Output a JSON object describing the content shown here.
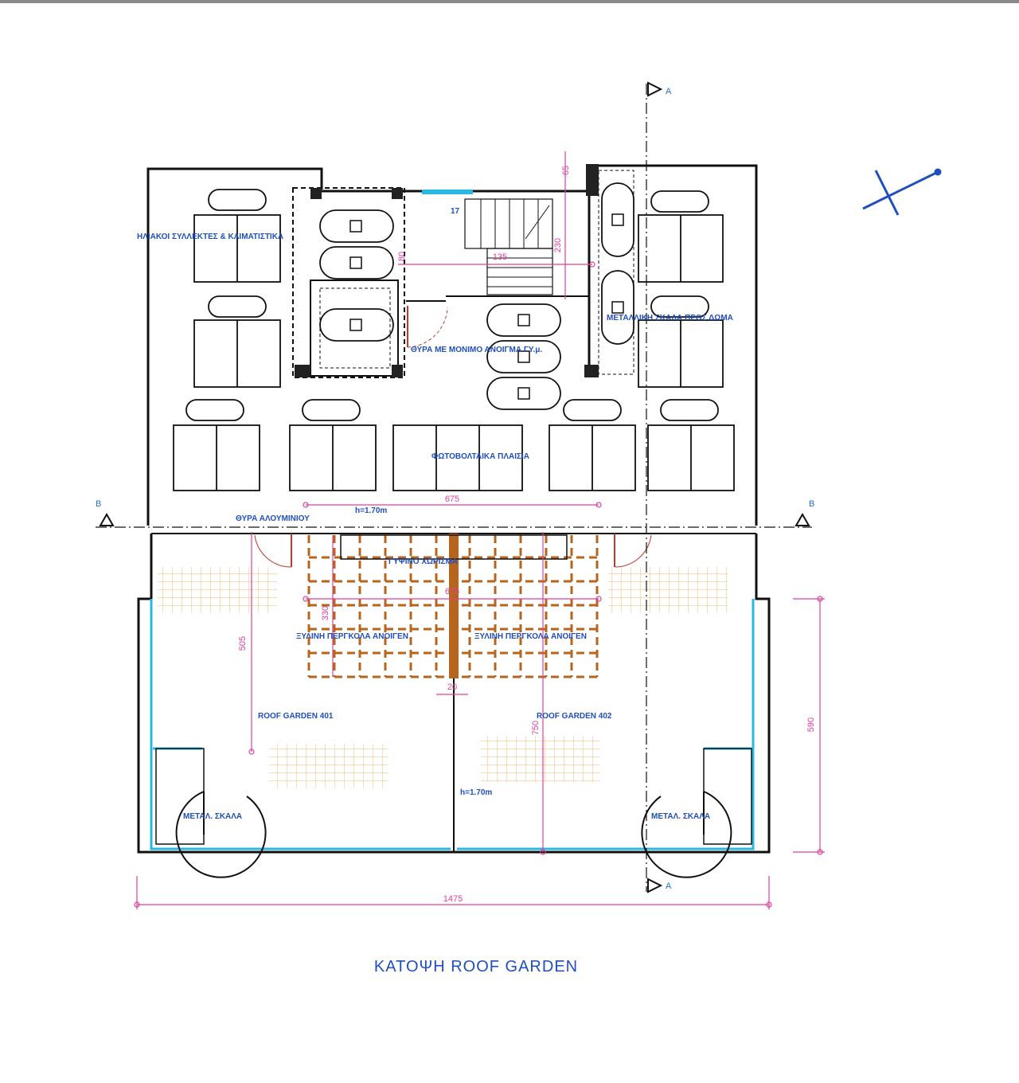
{
  "drawing": {
    "title": "ΚΑΤΟΨΗ   ROOF  GARDEN",
    "labels": {
      "pv_heaters_area": "ΗΛΙΑΚΟΙ ΣΥΛΛΕΚΤΕΣ & ΚΛΙΜΑΤΙΣΤΙΚΑ",
      "door_fire": "ΘΥΡΑ ΜΕ ΜΟΝΙΜΟ ΑΝΟΙΓΜΑ ΓΥ.μ.",
      "metal_stair_right_top": "ΜΕΤΑΛΛΙΚΗ ΣΚΑΛΑ ΠΡΟΣ ΔΩΜΑ",
      "pv_panels": "ΦΩΤΟΒΟΛΤΑΙΚΑ ΠΛΑΙΣΙΑ",
      "door_aluminium": "ΘΥΡΑ ΑΛΟΥΜΙΝΙΟΥ",
      "height_top": "h=1.70m",
      "divider_label": "ΓΥΨΙΝΟ ΧΩΡΙΣΜΑ",
      "pergola_left": "ΞΥΛΙΝΗ ΠΕΡΓΚΟΛΑ ΑΝΟΙΓΕΝ",
      "pergola_right": "ΞΥΛΙΝΗ ΠΕΡΓΚΟΛΑ ΑΝΟΙΓΕΝ",
      "roof_garden_401": "ROOF  GARDEN  401",
      "roof_garden_402": "ROOF  GARDEN  402",
      "height_bottom": "h=1.70m",
      "metal_stair_left": "ΜΕΤΑΛ. ΣΚΑΛΑ",
      "metal_stair_right": "ΜΕΤΑΛ. ΣΚΑΛΑ",
      "step_number": "17"
    },
    "dimensions": {
      "d675_top": "675",
      "d675_mid": "675",
      "d330": "330",
      "d505": "505",
      "d750": "750",
      "d590": "590",
      "d1475": "1475",
      "d65": "65",
      "d230": "230",
      "d135": "135",
      "d80": "80",
      "d20": "20"
    },
    "sections": {
      "a_top": "A",
      "a_bottom": "A",
      "b_left": "B",
      "b_right": "B"
    },
    "colors": {
      "walls": "#111111",
      "labels": "#1f4fbf",
      "dimensions": "#e0409a",
      "glass": "#29b8e0",
      "pergola": "#b5651d",
      "planters": "#f5c58a"
    },
    "icons": [
      "north-arrow-icon",
      "section-marker-icon"
    ]
  }
}
